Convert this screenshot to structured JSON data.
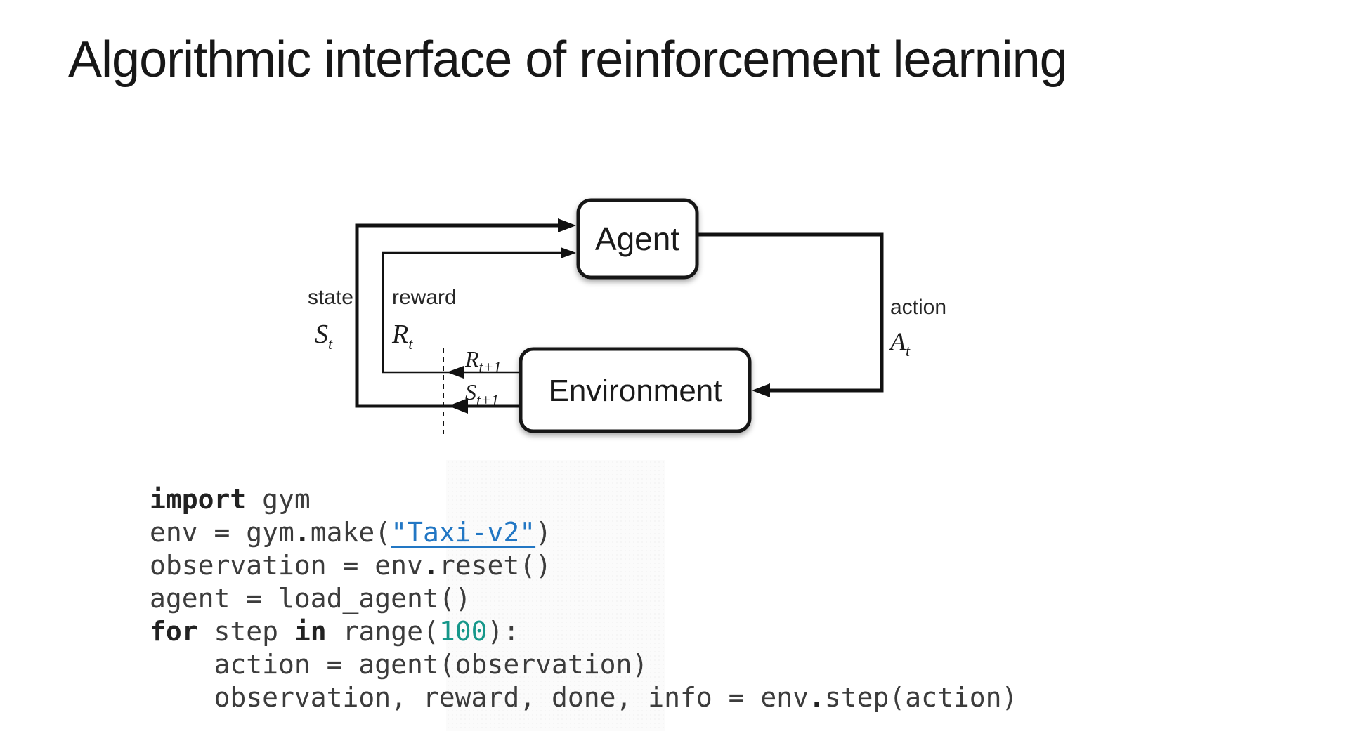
{
  "slide": {
    "title": "Algorithmic interface of reinforcement learning"
  },
  "diagram": {
    "agent_label": "Agent",
    "environment_label": "Environment",
    "state_label": "state",
    "state_symbol": {
      "base": "S",
      "sub": "t"
    },
    "reward_label": "reward",
    "reward_symbol": {
      "base": "R",
      "sub": "t"
    },
    "action_label": "action",
    "action_symbol": {
      "base": "A",
      "sub": "t"
    },
    "next_reward_symbol": {
      "base": "R",
      "sub": "t+1"
    },
    "next_state_symbol": {
      "base": "S",
      "sub": "t+1"
    },
    "line_color": "#111111"
  },
  "code": {
    "font_color": "#3c3c3c",
    "keyword_color": "#222222",
    "string_color": "#2277c4",
    "number_color": "#16978a",
    "lines": [
      [
        {
          "t": "import",
          "s": "k"
        },
        {
          "t": " gym",
          "s": "p"
        }
      ],
      [
        {
          "t": "env = gym",
          "s": "p"
        },
        {
          "t": ".",
          "s": "o"
        },
        {
          "t": "make(",
          "s": "p"
        },
        {
          "t": "\"Taxi-v2\"",
          "s": "str"
        },
        {
          "t": ")",
          "s": "p"
        }
      ],
      [
        {
          "t": "observation = env",
          "s": "p"
        },
        {
          "t": ".",
          "s": "o"
        },
        {
          "t": "reset()",
          "s": "p"
        }
      ],
      [
        {
          "t": "agent = load_agent()",
          "s": "p"
        }
      ],
      [
        {
          "t": "for",
          "s": "k"
        },
        {
          "t": " step ",
          "s": "p"
        },
        {
          "t": "in",
          "s": "k"
        },
        {
          "t": " range(",
          "s": "p"
        },
        {
          "t": "100",
          "s": "num"
        },
        {
          "t": "):",
          "s": "p"
        }
      ],
      [
        {
          "t": "    action = agent(observation)",
          "s": "p"
        }
      ],
      [
        {
          "t": "    observation, reward, done, info = env",
          "s": "p"
        },
        {
          "t": ".",
          "s": "o"
        },
        {
          "t": "step(action)",
          "s": "p"
        }
      ]
    ]
  }
}
